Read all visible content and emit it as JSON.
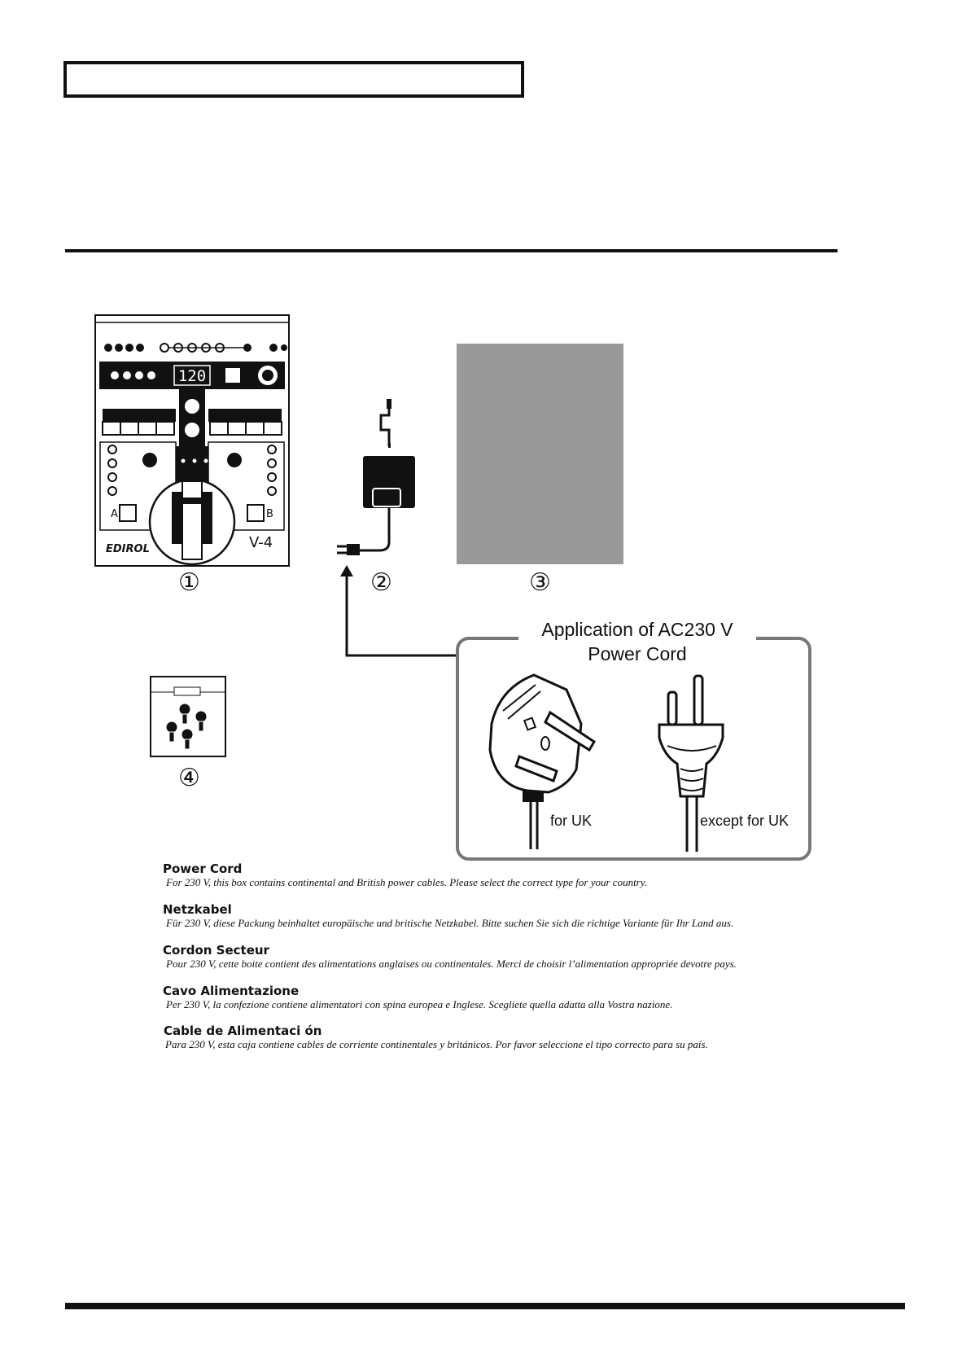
{
  "items": {
    "one": "①",
    "two": "②",
    "three": "③",
    "four": "④"
  },
  "device": {
    "display": "120",
    "brand": "EDIROL",
    "model": "V-4",
    "button_a": "A",
    "button_b": "B"
  },
  "callout": {
    "title_line1": "Application of AC230 V",
    "title_line2": "Power Cord",
    "uk_label": "for UK",
    "eu_label": "except for UK"
  },
  "notices": [
    {
      "heading": "Power Cord",
      "text": "For 230 V, this box contains continental and British power cables. Please select the correct type for your country."
    },
    {
      "heading": "Netzkabel",
      "text": "Für 230 V, diese Packung beinhaltet europäische und britische Netzkabel. Bitte suchen Sie sich die richtige Variante für Ihr Land aus."
    },
    {
      "heading": "Cordon Secteur",
      "text": "Pour 230 V, cette boite contient des alimentations anglaises ou continentales. Merci de choisir l’alimentation appropriée devotre pays."
    },
    {
      "heading": "Cavo Alimentazione",
      "text": "Per 230 V, la confezione contiene alimentatori con spina  europea e Inglese. Scegliete quella adatta alla Vostra nazione."
    },
    {
      "heading": "Cable de Alimentaci ón",
      "text": "Para 230 V, esta caja contiene cables de corriente continentales  y británicos. Por favor seleccione el tipo correcto para su país."
    }
  ]
}
